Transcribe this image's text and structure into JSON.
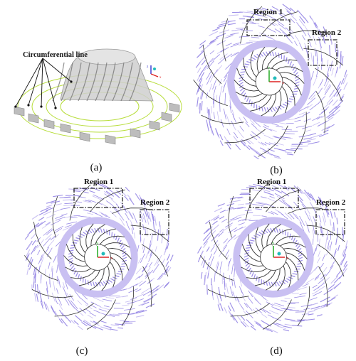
{
  "figure": {
    "panels": [
      {
        "id": "a",
        "caption": "(a)",
        "annotation": "Circumferential line"
      },
      {
        "id": "b",
        "caption": "(b)",
        "region1": "Region 1",
        "region2": "Region 2"
      },
      {
        "id": "c",
        "caption": "(c)",
        "region1": "Region 1",
        "region2": "Region 2"
      },
      {
        "id": "d",
        "caption": "(d)",
        "region1": "Region 1",
        "region2": "Region 2"
      }
    ],
    "axes": {
      "x": "x",
      "y": "y",
      "z": "z"
    },
    "colors": {
      "streamline": "#9b8de6",
      "streamline_light": "#c9c0f2",
      "blade": "#333333",
      "circle_line": "#b7dd3a",
      "axis_x": "#d22",
      "axis_y": "#2a2",
      "axis_z": "#22c"
    }
  }
}
